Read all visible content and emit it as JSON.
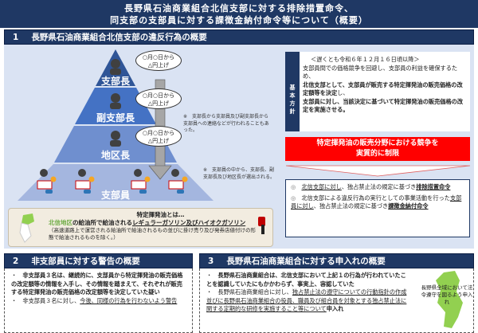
{
  "title": {
    "line1": "長野県石油商業組合北信支部に対する排除措置命令、",
    "line2": "同支部の支部員に対する課徴金納付命令等について（概要）"
  },
  "section1": {
    "number": "1",
    "title": "長野県石油商業組合北信支部の違反行為の概要",
    "levels": [
      "支部長",
      "副支部長",
      "地区長",
      "支部員"
    ],
    "bubble": {
      "line1": "○月○日から",
      "line2": "△円上げ"
    },
    "note1": "※　支部長から支部員及び副支部長から支部員への連絡などが行われることもあった。",
    "note2": "※　支部員の中から、支部長、副支部長及び地区長が選出される。",
    "gasoline": {
      "heading": "特定揮発油とは…",
      "area": "北信地区",
      "mid": "の給油所で給油される",
      "product": "レギュラーガソリン及びハイオクガソリン",
      "exclusion": "（高速道路上で運営される給油所で給油されるもの並びに掛け売り及び発券店値付けの形態で給油されるものを除く。）"
    },
    "policy": {
      "tag": "基本方針",
      "period": "＜遅くとも令和６年１２月１６日頃以降＞",
      "text1": "支部員間での価格競争を回避し、支部員の利益を確保するため、",
      "bold1": "北信支部として、支部員が販売する特定揮発油の販売価格の改定額等を決定",
      "text2": "し、",
      "bold2": "支部員に対し、当該決定に基づいて特定揮発油の販売価格の改定を実施させる。"
    },
    "restriction": {
      "line1": "特定揮発油の販売分野における競争を",
      "line2": "実質的に制限"
    },
    "orders": [
      {
        "bullet": "◎",
        "u": "北信支部に対し",
        "text": "、独占禁止法の規定に基づき",
        "bold": "排除措置命令"
      },
      {
        "bullet": "◎",
        "pre": "北信支部による違反行為の実行としての事業活動を行った",
        "u": "支部員に対し",
        "text": "、独占禁止法の規定に基づき",
        "bold": "課徴金納付命令"
      }
    ]
  },
  "section2": {
    "number": "2",
    "title": "非支部員に対する警告の概要",
    "item1": "非支部員３名は、継続的に、支部員から特定揮発油の販売価格の改定額等の情報を入手し、その情報を踏まえて、それぞれが販売する特定揮発油の販売価格の改定額等を決定していた疑い",
    "item2_pre": "非支部員３名に対し、",
    "item2_u": "今後、同様の行為を行わないよう警告"
  },
  "section3": {
    "number": "3",
    "title": "長野県石油商業組合に対する申入れの概要",
    "item1": "長野県石油商業組合は、北信支部において上記１の行為が行われていたことを認識していたにもかかわらず、事実上、容認していた",
    "item2_pre": "長野県石油商業組合に対し、",
    "item2_u": "独占禁止法の遵守についての行動指針の作成並びに長野県石油商業組合の役員、職員及び組合員を対象とする独占禁止法に関する定期的な研修を実施すること等について",
    "item2_bold": "申入れ",
    "map_label": "長野県全域において法令遵守を図るよう申入れ"
  },
  "colors": {
    "navy": "#1f3864",
    "red": "#ff0000",
    "green": "#92d050"
  }
}
